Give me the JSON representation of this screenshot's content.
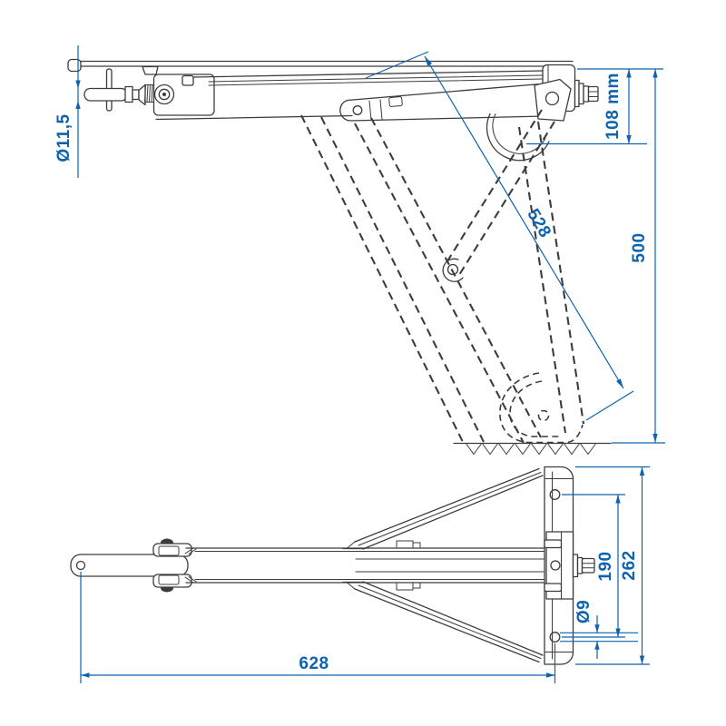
{
  "drawing": {
    "side_view": {
      "dim_crank_diameter": "Ø11,5",
      "dim_retracted_height": "108 mm",
      "dim_leg_length": "528",
      "dim_extended_height": "500"
    },
    "plan_view": {
      "dim_overall_length": "628",
      "dim_hole_spacing": "190",
      "dim_bracket_width": "262",
      "dim_hole_diameter": "Ø9"
    },
    "colors": {
      "dimension_blue": "#0e62ae",
      "line_gray": "#3c3c3c",
      "background": "#ffffff"
    }
  }
}
